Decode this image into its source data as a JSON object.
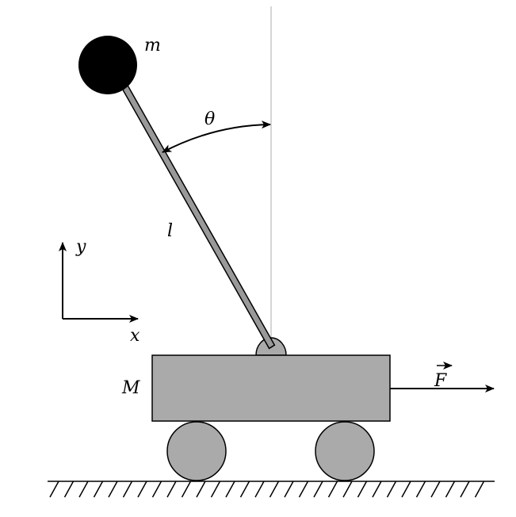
{
  "labels": {
    "pendulum_mass": "m",
    "angle": "θ",
    "rod_length": "l",
    "y_axis": "y",
    "x_axis": "x",
    "cart_mass": "M",
    "force": "F"
  },
  "colors": {
    "cart_fill": "#aaaaaa",
    "rod_fill": "#999999",
    "wheel_fill": "#aaaaaa",
    "bob_fill": "#000000",
    "stroke": "#000000",
    "vertical_reference": "#bbbbbb"
  }
}
